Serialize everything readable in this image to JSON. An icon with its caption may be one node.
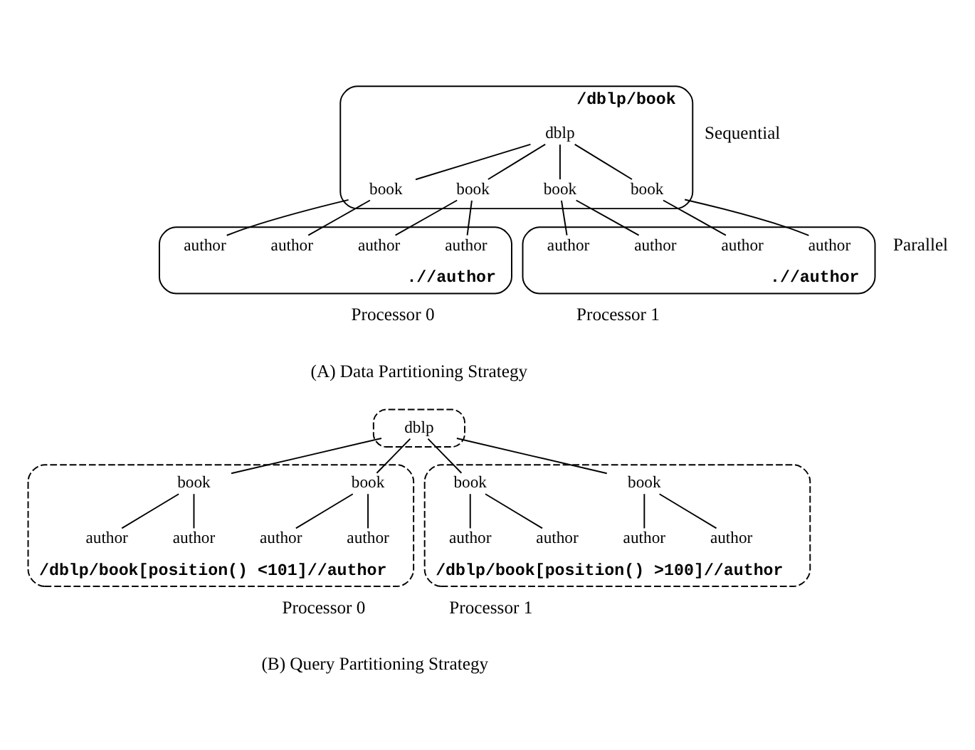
{
  "diagram": {
    "nodes": [
      {
        "text": [
          "/dblp/book"
        ],
        "beside": [
          "Sequential"
        ]
      },
      {
        "text": [
          "dblp"
        ],
        "in": 0
      },
      {
        "text": [
          "book"
        ],
        "in": 0
      },
      {
        "text": [
          "book"
        ],
        "in": 0
      },
      {
        "text": [
          "book"
        ],
        "in": 0
      },
      {
        "text": [
          "book"
        ],
        "in": 0
      },
      {
        "text": [
          ".//author"
        ],
        "beside": [
          "Processor 0"
        ]
      },
      {
        "text": [
          "author"
        ],
        "in": 6
      },
      {
        "text": [
          "author"
        ],
        "in": 6
      },
      {
        "text": [
          "author"
        ],
        "in": 6
      },
      {
        "text": [
          "author"
        ],
        "in": 6
      },
      {
        "text": [
          ".//author"
        ],
        "beside": [
          "Processor 1"
        ]
      },
      {
        "text": [
          "author"
        ],
        "in": 11
      },
      {
        "text": [
          "author"
        ],
        "in": 11
      },
      {
        "text": [
          "author"
        ],
        "in": 11
      },
      {
        "text": [
          "author"
        ],
        "in": 11
      },
      {
        "text": [
          "/dblp/book[position() <101]//author"
        ],
        "beside": [
          "Processor 0"
        ]
      },
      {
        "text": [
          "/dblp/book[position() >100]//author"
        ],
        "beside": [
          "Processor 1"
        ]
      },
      {
        "text": [],
        "shape": "box"
      },
      {
        "text": [
          "dblp"
        ],
        "in": 18
      },
      {
        "text": [
          "book"
        ],
        "in": 16
      },
      {
        "text": [
          "book"
        ],
        "in": 16
      },
      {
        "text": [
          "book"
        ],
        "in": 17
      },
      {
        "text": [
          "book"
        ],
        "in": 17
      },
      {
        "text": [
          "author"
        ],
        "in": 16
      },
      {
        "text": [
          "author"
        ],
        "in": 16
      },
      {
        "text": [
          "author"
        ],
        "in": 16
      },
      {
        "text": [
          "author"
        ],
        "in": 16
      },
      {
        "text": [
          "author"
        ],
        "in": 17
      },
      {
        "text": [
          "author"
        ],
        "in": 17
      },
      {
        "text": [
          "author"
        ],
        "in": 17
      },
      {
        "text": [
          "author"
        ],
        "in": 17
      }
    ],
    "edges": [
      {
        "from": 1,
        "to": 2,
        "arrow": "none"
      },
      {
        "from": 1,
        "to": 3,
        "arrow": "none"
      },
      {
        "from": 1,
        "to": 4,
        "arrow": "none"
      },
      {
        "from": 1,
        "to": 5,
        "arrow": "none"
      },
      {
        "from": 2,
        "to": 7,
        "arrow": "none"
      },
      {
        "from": 2,
        "to": 8,
        "arrow": "none"
      },
      {
        "from": 3,
        "to": 9,
        "arrow": "none"
      },
      {
        "from": 3,
        "to": 10,
        "arrow": "none"
      },
      {
        "from": 4,
        "to": 12,
        "arrow": "none"
      },
      {
        "from": 4,
        "to": 13,
        "arrow": "none"
      },
      {
        "from": 5,
        "to": 14,
        "arrow": "none"
      },
      {
        "from": 5,
        "to": 15,
        "arrow": "none"
      },
      {
        "from": 19,
        "to": 20,
        "arrow": "none"
      },
      {
        "from": 19,
        "to": 21,
        "arrow": "none"
      },
      {
        "from": 19,
        "to": 22,
        "arrow": "none"
      },
      {
        "from": 19,
        "to": 23,
        "arrow": "none"
      },
      {
        "from": 20,
        "to": 24,
        "arrow": "none"
      },
      {
        "from": 20,
        "to": 25,
        "arrow": "none"
      },
      {
        "from": 21,
        "to": 26,
        "arrow": "none"
      },
      {
        "from": 21,
        "to": 27,
        "arrow": "none"
      },
      {
        "from": 22,
        "to": 28,
        "arrow": "none"
      },
      {
        "from": 22,
        "to": 29,
        "arrow": "none"
      },
      {
        "from": 23,
        "to": 30,
        "arrow": "none"
      },
      {
        "from": 23,
        "to": 31,
        "arrow": "none"
      }
    ],
    "labels": [
      "Parallel",
      "(A) Data Partitioning Strategy",
      "(B) Query Partitioning Strategy"
    ]
  }
}
